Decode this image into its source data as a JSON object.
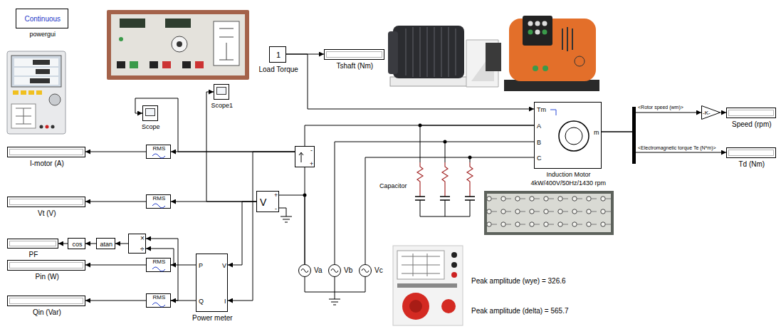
{
  "diagram": {
    "nodes": [
      {
        "text": [
          "Continuous",
          "powergui"
        ]
      },
      {
        "text": [
          "1",
          "Load Torque"
        ]
      },
      {
        "text": [
          "Tshaft (Nm)"
        ]
      },
      {
        "text": [
          "Tm",
          "A",
          "B",
          "C",
          "m",
          "Induction Motor",
          "4kW/400V/50Hz/1430 rpm"
        ]
      },
      {
        "text": [
          "-K-"
        ]
      },
      {
        "text": [
          "Speed (rpm)"
        ]
      },
      {
        "text": [
          "Td (Nm)"
        ]
      },
      {
        "text": [
          "Scope"
        ]
      },
      {
        "text": [
          "Scope1"
        ]
      },
      {
        "text": [
          "+",
          "-"
        ]
      },
      {
        "text": [
          "RMS"
        ]
      },
      {
        "text": [
          "I-motor (A)"
        ]
      },
      {
        "text": [
          "V",
          "+",
          "-"
        ]
      },
      {
        "text": [
          "RMS"
        ]
      },
      {
        "text": [
          "Vt (V)"
        ]
      },
      {
        "text": [
          "P",
          "Q",
          "V",
          "I",
          "Power meter"
        ]
      },
      {
        "text": [
          "RMS"
        ]
      },
      {
        "text": [
          "RMS"
        ]
      },
      {
        "text": [
          "Pin (W)"
        ]
      },
      {
        "text": [
          "Qin (Var)"
        ]
      },
      {
        "text": [
          "×",
          "÷"
        ]
      },
      {
        "text": [
          "atan"
        ]
      },
      {
        "text": [
          "cos"
        ]
      },
      {
        "text": [
          "PF"
        ]
      },
      {
        "text": [
          "Va"
        ]
      },
      {
        "text": [
          "Vb"
        ]
      },
      {
        "text": [
          "Vc"
        ]
      },
      {
        "text": [
          "Capacitor"
        ]
      }
    ],
    "edges": [
      {
        "from": 1,
        "to": 2,
        "arrow": "to"
      },
      {
        "from": 1,
        "to": 3,
        "arrow": "to"
      },
      {
        "from": 3,
        "to": 4,
        "arrow": "to",
        "label": "<Rotor speed (wm)>"
      },
      {
        "from": 3,
        "to": 6,
        "arrow": "to",
        "label": "<Electromagnetic torque Te (N*m)>"
      },
      {
        "from": 4,
        "to": 5,
        "arrow": "to"
      },
      {
        "from": 9,
        "to": 10,
        "arrow": "to"
      },
      {
        "from": 9,
        "to": 7,
        "arrow": "to"
      },
      {
        "from": 9,
        "to": 15,
        "arrow": "to"
      },
      {
        "from": 10,
        "to": 11,
        "arrow": "to"
      },
      {
        "from": 12,
        "to": 13,
        "arrow": "to"
      },
      {
        "from": 12,
        "to": 8,
        "arrow": "to"
      },
      {
        "from": 12,
        "to": 15,
        "arrow": "to"
      },
      {
        "from": 13,
        "to": 14,
        "arrow": "to"
      },
      {
        "from": 15,
        "to": 16,
        "arrow": "to"
      },
      {
        "from": 15,
        "to": 17,
        "arrow": "to"
      },
      {
        "from": 16,
        "to": 18,
        "arrow": "to"
      },
      {
        "from": 17,
        "to": 19,
        "arrow": "to"
      },
      {
        "from": 16,
        "to": 20,
        "arrow": "to"
      },
      {
        "from": 17,
        "to": 20,
        "arrow": "to"
      },
      {
        "from": 20,
        "to": 21,
        "arrow": "to"
      },
      {
        "from": 21,
        "to": 22,
        "arrow": "to"
      },
      {
        "from": 22,
        "to": 23,
        "arrow": "to"
      },
      {
        "from": 24,
        "to": 9,
        "arrow": "none"
      },
      {
        "from": 24,
        "to": 12,
        "arrow": "none"
      },
      {
        "from": 9,
        "to": 3,
        "arrow": "none"
      },
      {
        "from": 25,
        "to": 3,
        "arrow": "none"
      },
      {
        "from": 26,
        "to": 3,
        "arrow": "none"
      },
      {
        "from": 27,
        "to": 3,
        "arrow": "none"
      }
    ],
    "labels": [
      "Peak amplitude (wye) = 326.6",
      "Peak amplitude (delta) = 565.7"
    ]
  }
}
